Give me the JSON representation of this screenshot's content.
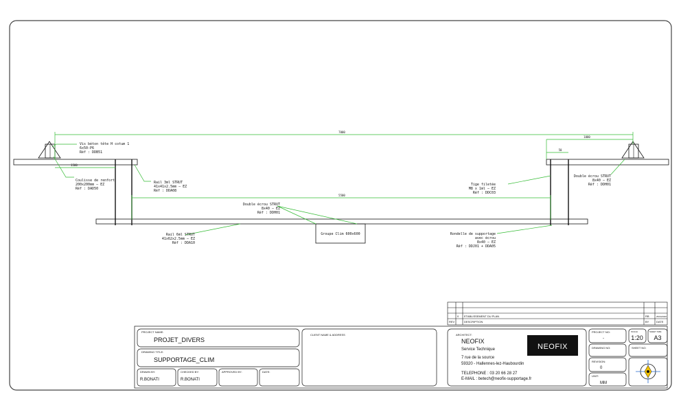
{
  "drawing": {
    "dimensions": {
      "overall": "7000",
      "right_span": "1000",
      "right_offset": "50",
      "left_offset": "1500",
      "inner_span": "5500"
    },
    "callouts": {
      "vis_beton": [
        "Vis béton tête H cotum 1",
        "6x50-P6",
        "Réf : DDB51"
      ],
      "coulisse": [
        "Coulisse de renfort",
        "200x200mm – EZ",
        "Réf : DAD50"
      ],
      "rail_3ml": [
        "Rail 3ml STRUT",
        "41x41x2.5mm – EZ",
        "Réf : DDA08"
      ],
      "double_ecrou_center": [
        "Double écrou STRUT",
        "8x40 – EZ",
        "Réf : DDH01"
      ],
      "rail_6ml": [
        "Rail 6ml STRUT",
        "41x62x2.5mm – EZ",
        "Réf : DDA10"
      ],
      "tige_filetee": [
        "Tige filetée",
        "M8 x 1ml – EZ",
        "Réf : DDC03"
      ],
      "double_ecrou_right": [
        "Double écrou STRUT",
        "8x40 – EZ",
        "Réf : DDH01"
      ],
      "rondelle": [
        "Rondelle de supportage",
        "avec écrou",
        "8x40 – EZ",
        "Réf : DDJ01 + DDA05"
      ]
    },
    "equipment_label": "Groupe Clim 600x600"
  },
  "revision_table": {
    "rows": [
      {
        "num": "0",
        "description": "ETABLISSEMENT DU PLAN",
        "by": "RB",
        "date": "25/04/2020"
      }
    ],
    "header": {
      "rev": "REV",
      "description": "DESCRIPTION",
      "by": "BY",
      "date": "DATE"
    }
  },
  "title_block": {
    "project_name_label": "PROJECT NAME:",
    "project_name": "PROJET_DIVERS",
    "drawing_title_label": "DRAWING TITLE:",
    "drawing_title": "SUPPORTAGE_CLIM",
    "drawn_by_label": "DRAWN BY:",
    "drawn_by": "R.BONATI",
    "checked_by_label": "CHECKED BY:",
    "checked_by": "R.BONATI",
    "approved_by_label": "APPROVED BY:",
    "date_label": "DATE:",
    "client_label": "CLIENT NAME & ADDRESS",
    "architect_label": "ARCHITECT:",
    "company": "NEOFIX",
    "service": "Service Technique",
    "address1": "7 rue de la source",
    "address2": "59320 - Hallennes-lez-Haubourdin",
    "phone": "TELEPHONE : 03 20 66 28 27",
    "email": "E-MAIL : betech@neofix-supportage.fr",
    "logo_text": "NEOFIX",
    "project_no_label": "PROJECT NO:",
    "project_no": "-",
    "scale_label": "SCALE",
    "scale": "1:20",
    "sheet_size_label": "SHEET SIZE",
    "sheet_size": "A3",
    "drawing_no_label": "DRAWING NO:",
    "sheet_no_label": "SHEET NO:",
    "revision_label": "REVISION:",
    "revision": "0",
    "unit_label": "UNIT:",
    "unit": "MM"
  },
  "colors": {
    "dimension": "#33bb33",
    "outline": "#111111",
    "frame": "#444444"
  }
}
